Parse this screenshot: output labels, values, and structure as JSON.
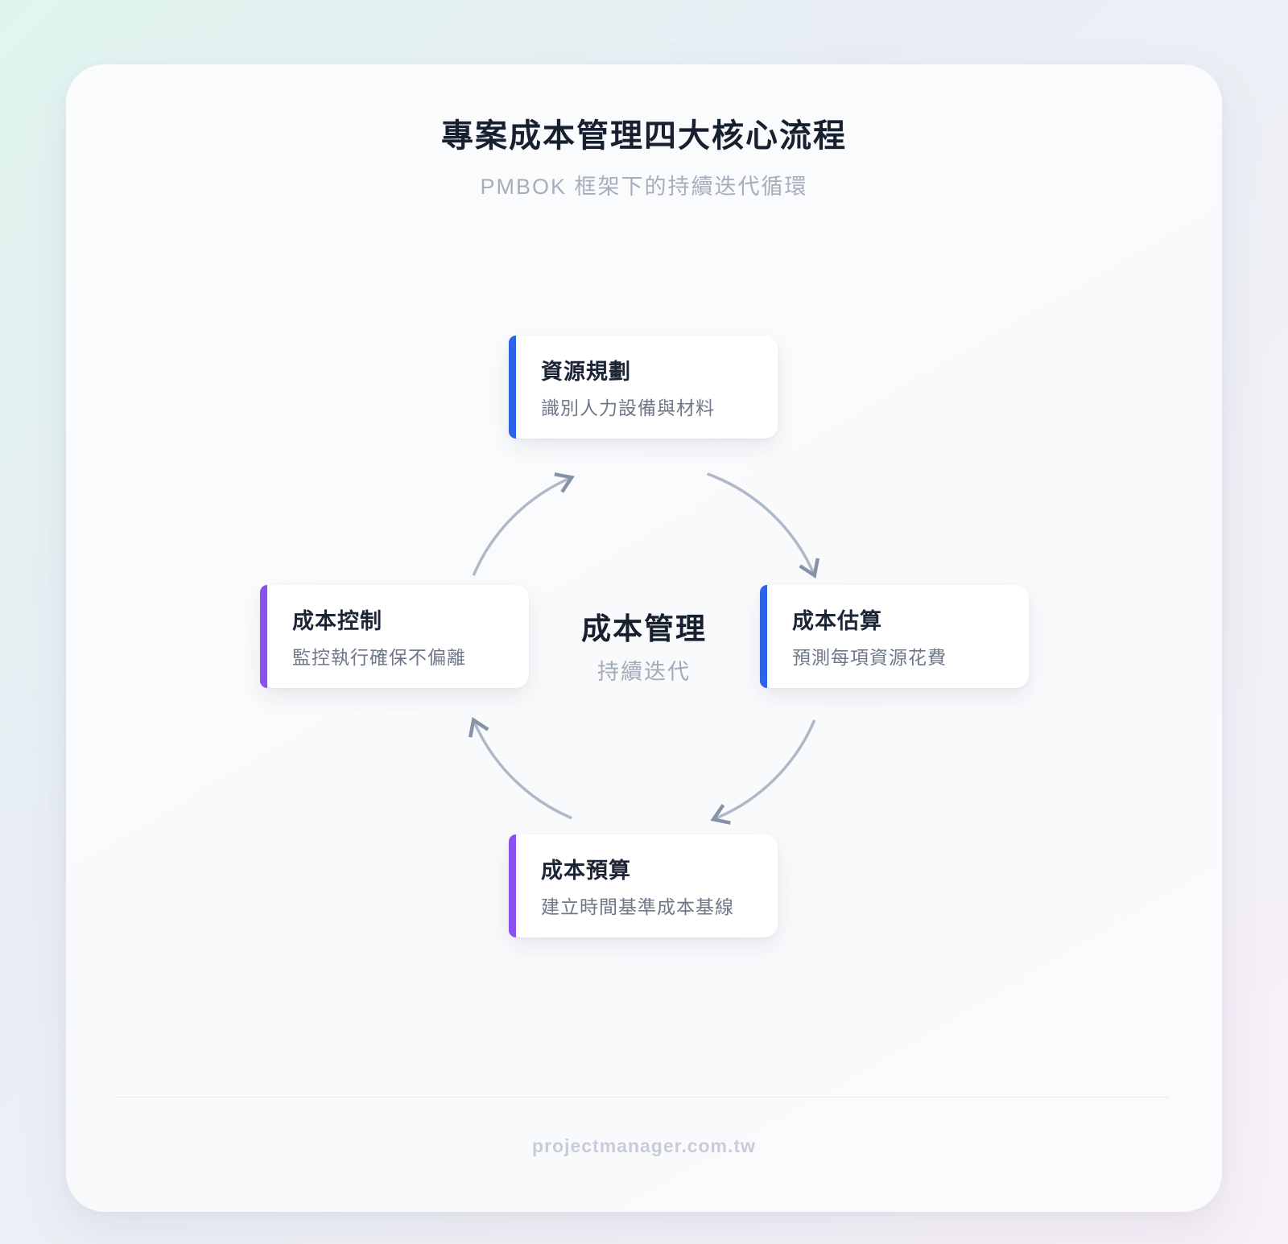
{
  "page": {
    "title": "專案成本管理四大核心流程",
    "subtitle": "PMBOK 框架下的持續迭代循環",
    "footer": "projectmanager.com.tw"
  },
  "center": {
    "title": "成本管理",
    "subtitle": "持續迭代"
  },
  "cycle": {
    "steps": [
      {
        "position": "top",
        "title": "資源規劃",
        "description": "識別人力設備與材料",
        "accent": "#2c63e9"
      },
      {
        "position": "right",
        "title": "成本估算",
        "description": "預測每項資源花費",
        "accent": "#2c63e9"
      },
      {
        "position": "bottom",
        "title": "成本預算",
        "description": "建立時間基準成本基線",
        "accent": "#8b50f0"
      },
      {
        "position": "left",
        "title": "成本控制",
        "description": "監控執行確保不偏離",
        "accent": "#8b50f0"
      }
    ]
  },
  "colors": {
    "accent_blue": "#2c63e9",
    "accent_purple": "#8b50f0",
    "arrow_line": "#aeb8c9",
    "arrow_head": "#8593a9"
  }
}
